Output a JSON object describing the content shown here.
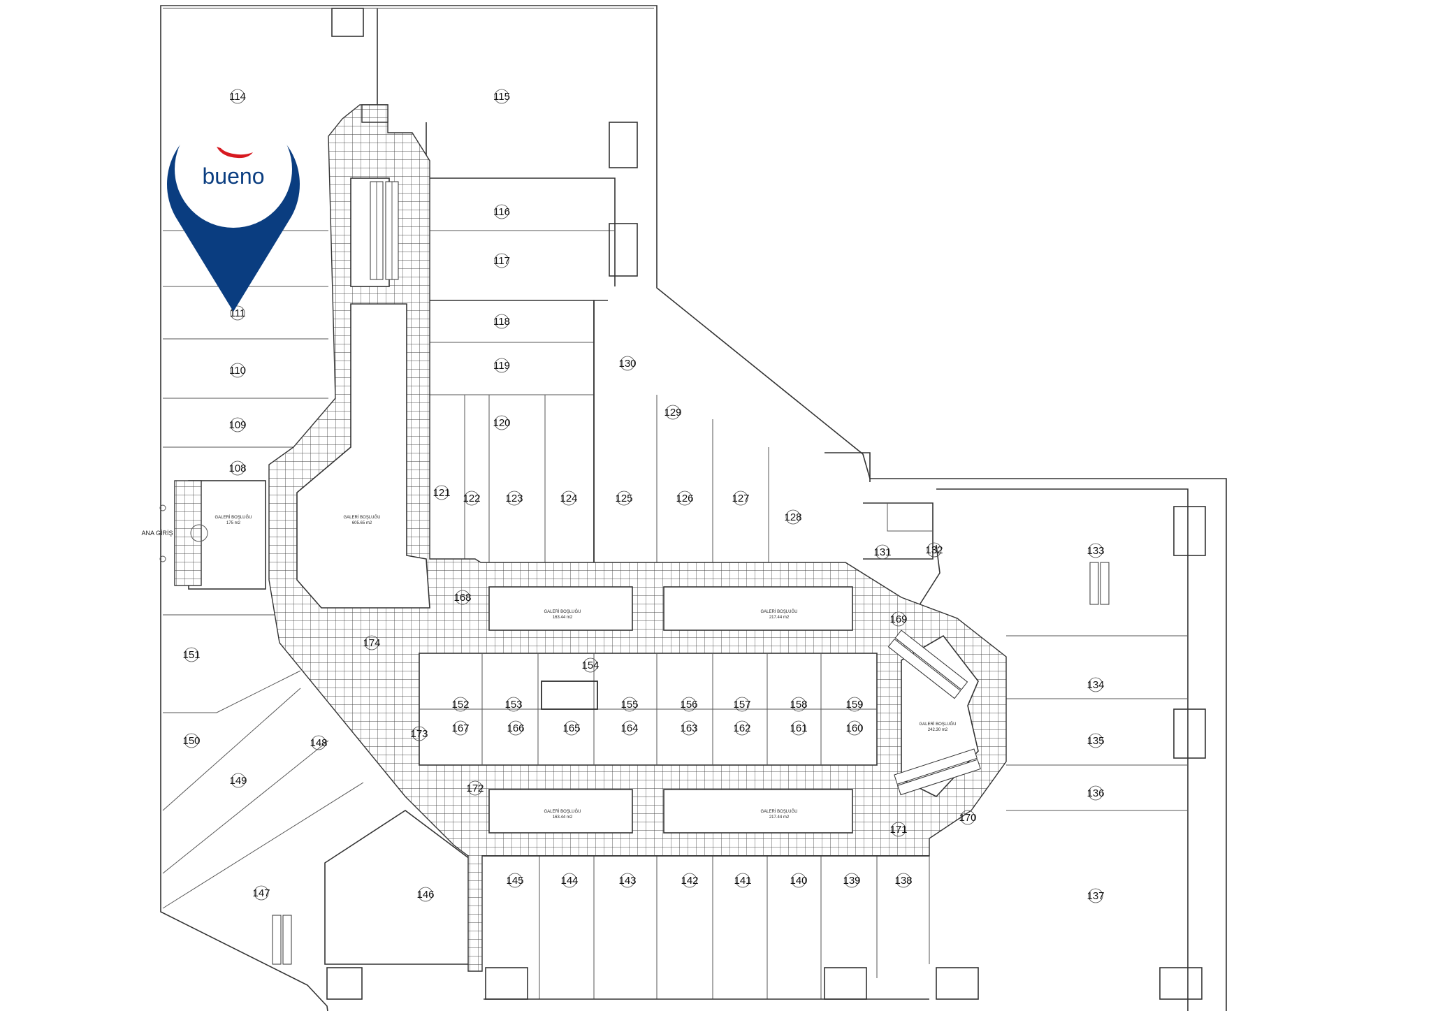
{
  "brand": {
    "name": "bueno",
    "color": "#0a3d80",
    "accent": "#d71920"
  },
  "main_entrance": "ANA GİRİŞ",
  "units": [
    {
      "id": "114"
    },
    {
      "id": "115"
    },
    {
      "id": "116"
    },
    {
      "id": "117"
    },
    {
      "id": "111"
    },
    {
      "id": "110"
    },
    {
      "id": "109"
    },
    {
      "id": "108"
    },
    {
      "id": "118"
    },
    {
      "id": "119"
    },
    {
      "id": "120"
    },
    {
      "id": "121"
    },
    {
      "id": "122"
    },
    {
      "id": "123"
    },
    {
      "id": "124"
    },
    {
      "id": "125"
    },
    {
      "id": "126"
    },
    {
      "id": "127"
    },
    {
      "id": "128"
    },
    {
      "id": "129"
    },
    {
      "id": "130"
    },
    {
      "id": "131"
    },
    {
      "id": "132"
    },
    {
      "id": "133"
    },
    {
      "id": "134"
    },
    {
      "id": "135"
    },
    {
      "id": "136"
    },
    {
      "id": "137"
    },
    {
      "id": "138"
    },
    {
      "id": "139"
    },
    {
      "id": "140"
    },
    {
      "id": "141"
    },
    {
      "id": "142"
    },
    {
      "id": "143"
    },
    {
      "id": "144"
    },
    {
      "id": "145"
    },
    {
      "id": "146"
    },
    {
      "id": "147"
    },
    {
      "id": "148"
    },
    {
      "id": "149"
    },
    {
      "id": "150"
    },
    {
      "id": "151"
    },
    {
      "id": "152"
    },
    {
      "id": "153"
    },
    {
      "id": "154"
    },
    {
      "id": "155"
    },
    {
      "id": "156"
    },
    {
      "id": "157"
    },
    {
      "id": "158"
    },
    {
      "id": "159"
    },
    {
      "id": "160"
    },
    {
      "id": "161"
    },
    {
      "id": "162"
    },
    {
      "id": "163"
    },
    {
      "id": "164"
    },
    {
      "id": "165"
    },
    {
      "id": "166"
    },
    {
      "id": "167"
    },
    {
      "id": "168"
    },
    {
      "id": "169"
    },
    {
      "id": "170"
    },
    {
      "id": "171"
    },
    {
      "id": "172"
    },
    {
      "id": "173"
    },
    {
      "id": "174"
    }
  ],
  "galleries": [
    {
      "name": "GALERİ BOŞLUĞU",
      "area": "175 m2"
    },
    {
      "name": "GALERİ BOŞLUĞU",
      "area": "605.65 m2"
    },
    {
      "name": "GALERİ BOŞLUĞU",
      "area": "163.44 m2"
    },
    {
      "name": "GALERİ BOŞLUĞU",
      "area": "217.44 m2"
    },
    {
      "name": "GALERİ BOŞLUĞU",
      "area": "163.44 m2"
    },
    {
      "name": "GALERİ BOŞLUĞU",
      "area": "217.44 m2"
    },
    {
      "name": "GALERİ BOŞLUĞU",
      "area": "242.30 m2"
    }
  ]
}
